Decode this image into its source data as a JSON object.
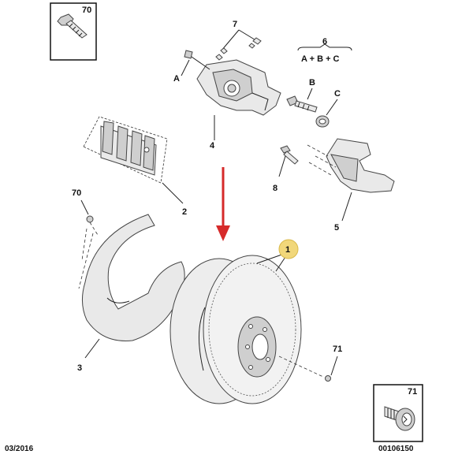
{
  "labels": {
    "p70_box": "70",
    "p7": "7",
    "p6": "6",
    "p6_formula": "A + B + C",
    "pA": "A",
    "pB": "B",
    "pC": "C",
    "p4": "4",
    "p2": "2",
    "p8": "8",
    "p5": "5",
    "p70": "70",
    "p1": "1",
    "p3": "3",
    "p71": "71",
    "p71_box": "71"
  },
  "footer": {
    "date": "03/2016",
    "ref": "00106150"
  },
  "colors": {
    "arrow": "#d62a2a",
    "highlight": "#f1d77a",
    "part_fill": "#e9e9e9",
    "line": "#222222"
  }
}
